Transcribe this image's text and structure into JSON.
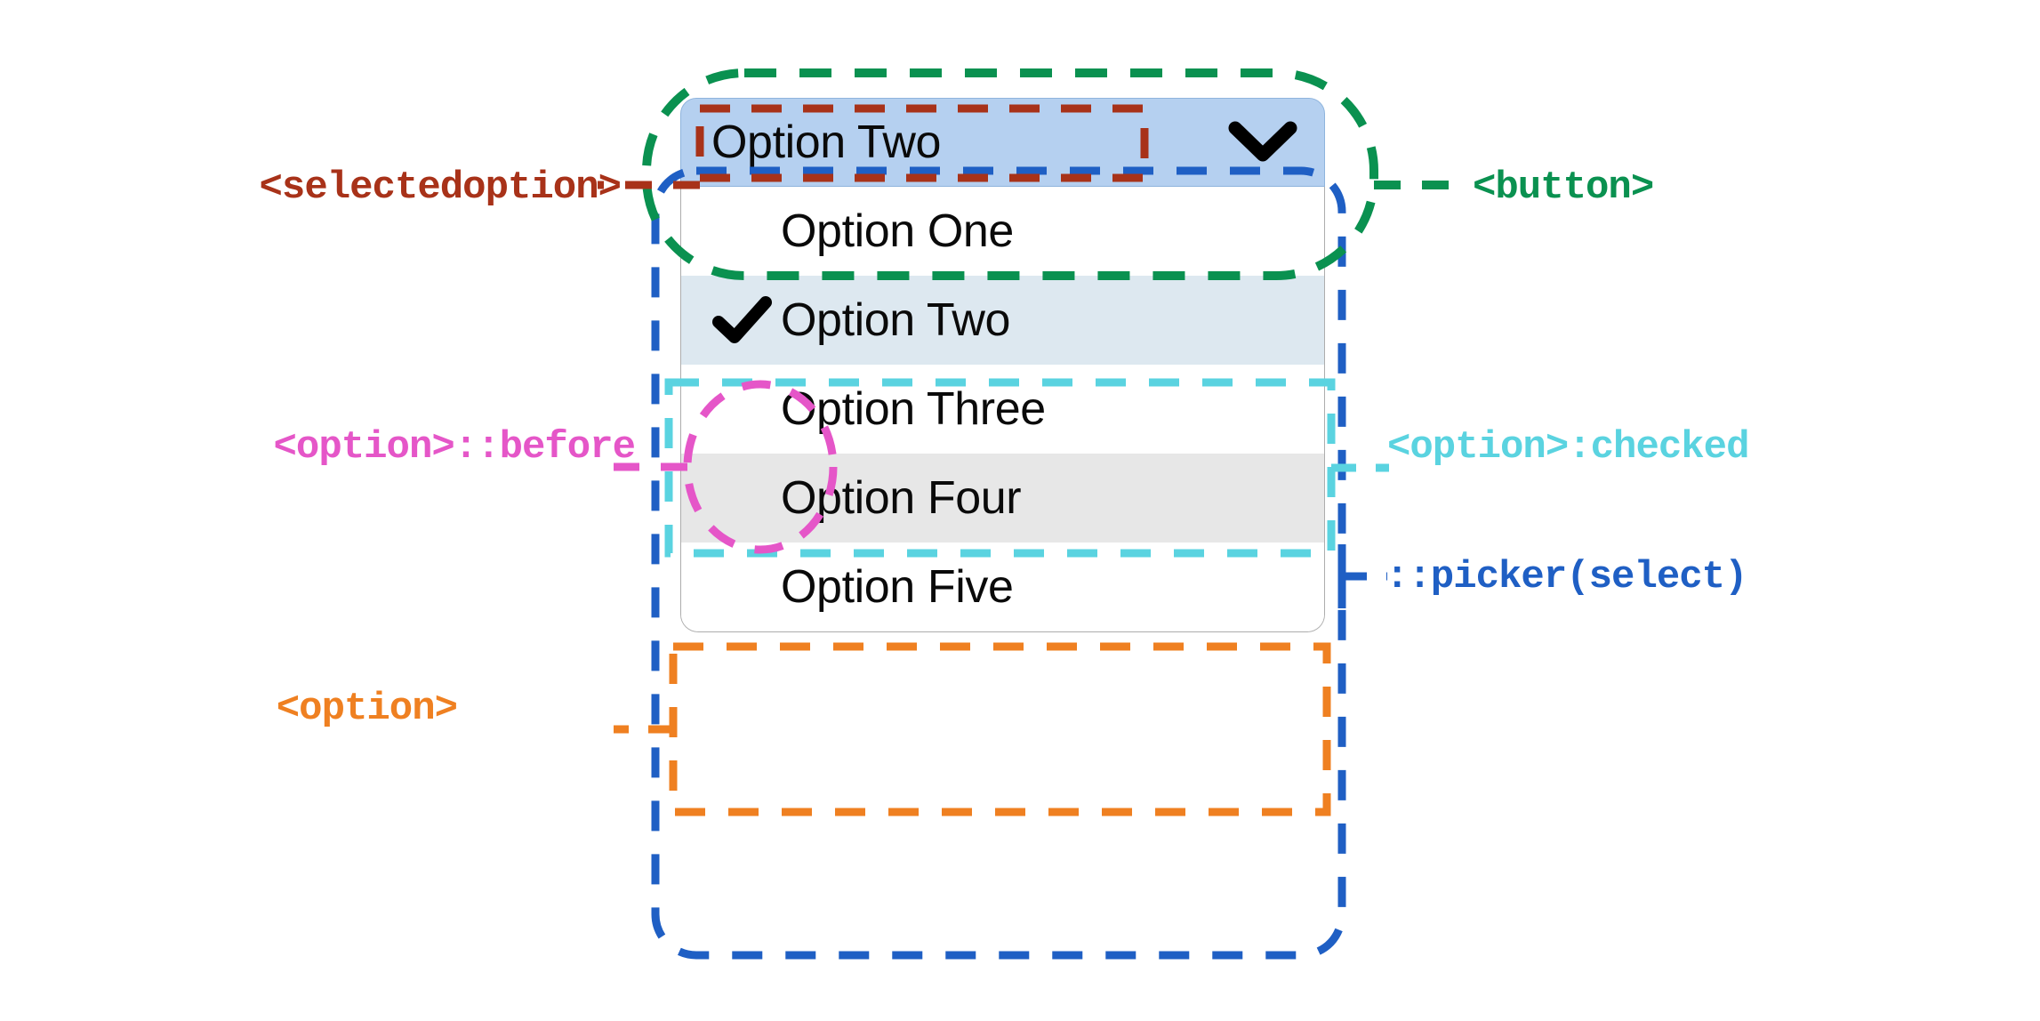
{
  "widget": {
    "button": {
      "selected_label": "Option Two",
      "chevron_icon": "chevron-down-icon",
      "background_color": "#b5d0f0"
    },
    "picker": {
      "background_color": "#ffffff",
      "border_color": "#adadad",
      "options": [
        {
          "label": "Option One",
          "checked": false,
          "hovered": false,
          "check_glyph": ""
        },
        {
          "label": "Option Two",
          "checked": true,
          "hovered": false,
          "check_glyph": "✓"
        },
        {
          "label": "Option Three",
          "checked": false,
          "hovered": false,
          "check_glyph": ""
        },
        {
          "label": "Option Four",
          "checked": false,
          "hovered": true,
          "check_glyph": ""
        },
        {
          "label": "Option Five",
          "checked": false,
          "hovered": false,
          "check_glyph": ""
        }
      ],
      "checked_background_color": "#dde8f0",
      "hovered_background_color": "#e7e7e7"
    }
  },
  "annotations": [
    {
      "id": "selectedoption",
      "text": "<selectedoption>",
      "color": "#a83219"
    },
    {
      "id": "button",
      "text": "<button>",
      "color": "#0a9150"
    },
    {
      "id": "option-before",
      "text": "<option>::before",
      "color": "#e556c8"
    },
    {
      "id": "option-checked",
      "text": "<option>:checked",
      "color": "#5ad3e0"
    },
    {
      "id": "picker",
      "text": "::picker(select)",
      "color": "#1f5fc4"
    },
    {
      "id": "option",
      "text": "<option>",
      "color": "#ef8021"
    }
  ]
}
